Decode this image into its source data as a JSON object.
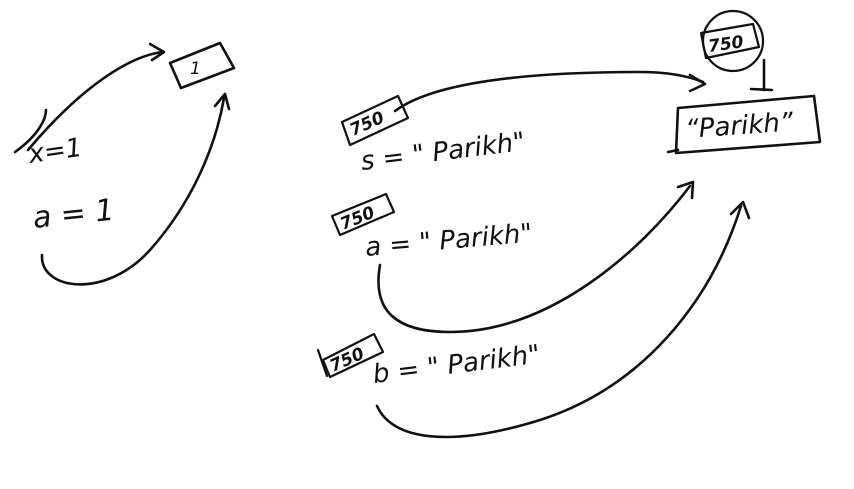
{
  "left": {
    "box_value": "1",
    "struck_text": "x=1",
    "assign_text": "a = 1"
  },
  "object": {
    "id_label": "750",
    "value_text": "“Parikh”"
  },
  "statements": [
    {
      "name": "s",
      "id_label": "750",
      "text": "s = \" Parikh\""
    },
    {
      "name": "a",
      "id_label": "750",
      "text": "a = \" Parikh\""
    },
    {
      "name": "b",
      "id_label": "750",
      "text": "b = \" Parikh\""
    }
  ],
  "colors": {
    "ink": "#111111",
    "background": "#ffffff"
  }
}
